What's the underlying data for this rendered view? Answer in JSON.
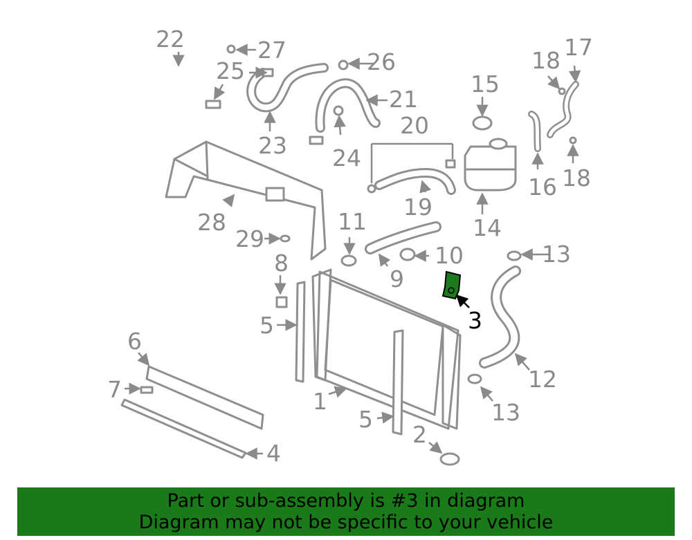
{
  "callouts": {
    "c1": "1",
    "c2": "2",
    "c3": "3",
    "c4": "4",
    "c5a": "5",
    "c5b": "5",
    "c6": "6",
    "c7": "7",
    "c8": "8",
    "c9": "9",
    "c10": "10",
    "c11": "11",
    "c12": "12",
    "c13a": "13",
    "c13b": "13",
    "c14": "14",
    "c15": "15",
    "c16": "16",
    "c17": "17",
    "c18a": "18",
    "c18b": "18",
    "c19": "19",
    "c20": "20",
    "c21": "21",
    "c22": "22",
    "c23": "23",
    "c24": "24",
    "c25": "25",
    "c26": "26",
    "c27": "27",
    "c28": "28",
    "c29": "29"
  },
  "highlight": {
    "part": "3",
    "color": "#1e7a1e"
  },
  "footer": {
    "line1": "Part or sub-assembly is #3 in diagram",
    "line2": "Diagram may not be specific to your vehicle",
    "background": "#1a7a1a"
  }
}
